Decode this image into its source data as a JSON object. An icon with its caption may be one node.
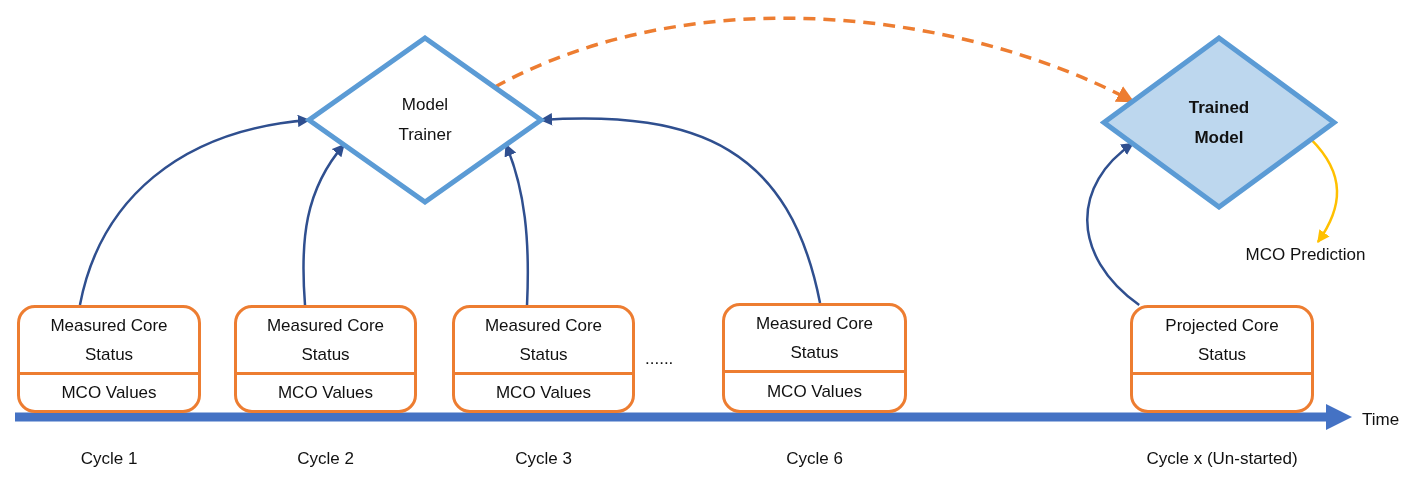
{
  "diagram": {
    "nodes": [
      {
        "text": [
          "Model Trainer"
        ]
      },
      {
        "text": [
          "Trained Model"
        ]
      },
      {
        "text": [
          "MCO Prediction"
        ]
      },
      {
        "text": [
          "Measured Core Status",
          "MCO Values"
        ],
        "beside": [
          "Cycle 1"
        ]
      },
      {
        "text": [
          "Measured Core Status",
          "MCO Values"
        ],
        "beside": [
          "Cycle 2"
        ]
      },
      {
        "text": [
          "Measured Core Status",
          "MCO Values"
        ],
        "beside": [
          "Cycle 3"
        ]
      },
      {
        "text": [
          "Measured Core Status",
          "MCO Values"
        ],
        "beside": [
          "Cycle 6"
        ]
      },
      {
        "text": [
          "Projected Core Status"
        ],
        "beside": [
          "Cycle x (Un-started)"
        ]
      }
    ],
    "edges": [
      {
        "from": 3,
        "to": 0,
        "arrow": "to"
      },
      {
        "from": 4,
        "to": 0,
        "arrow": "to"
      },
      {
        "from": 5,
        "to": 0,
        "arrow": "to"
      },
      {
        "from": 6,
        "to": 0,
        "arrow": "to"
      },
      {
        "from": 0,
        "to": 1,
        "arrow": "to",
        "style": "dashed",
        "color": "#ed7d31"
      },
      {
        "from": 7,
        "to": 1,
        "arrow": "to"
      },
      {
        "from": 1,
        "to": 2,
        "arrow": "to",
        "color": "#ffc000"
      }
    ],
    "labels": [
      "......",
      "Time"
    ]
  }
}
